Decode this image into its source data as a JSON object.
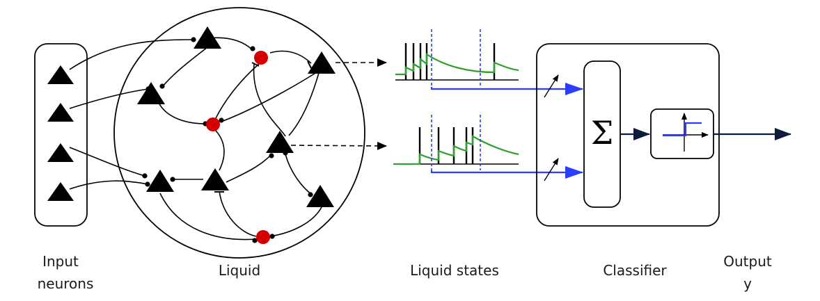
{
  "labels": {
    "input_line1": "Input",
    "input_line2": "neurons",
    "liquid": "Liquid",
    "liquid_states": "Liquid states",
    "classifier": "Classifier",
    "output_line1": "Output",
    "output_line2": "y"
  },
  "symbols": {
    "sum": "Σ"
  },
  "colors": {
    "neuron": "#000000",
    "inhibitory_neuron": "#d40000",
    "membrane_trace": "#2ca02c",
    "readout_arrow": "#2b3cff",
    "output_arrow": "#0d1b3d"
  },
  "icons": [
    "excitatory-neuron-icon",
    "inhibitory-neuron-icon",
    "sum-icon",
    "step-function-icon"
  ]
}
